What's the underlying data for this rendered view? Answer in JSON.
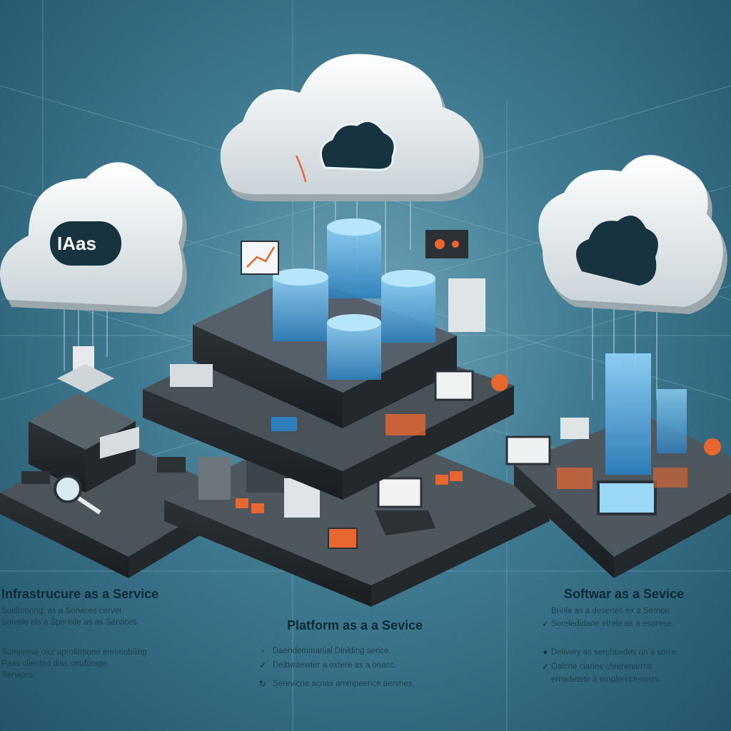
{
  "clouds": {
    "iaas_label": "IAas"
  },
  "sections": {
    "iaas": {
      "title": "Infrastrucure as a Service",
      "lines": [
        "Suidomong, as a Sorvices cerver",
        "Solvele els a Sperede as as Services.",
        "Somprese olor aprofitmone enrimobiling",
        "Paas cliented dias onuforage.",
        "Services."
      ]
    },
    "paas": {
      "title": "Platform as a a Sevice",
      "items": [
        "Daendemmanial Dinlding serice.",
        "Deibwaewter a extere as a ooasc.",
        "Serevicne acrias ammpeence aervnes."
      ]
    },
    "saas": {
      "title": "Softwar as a Sevice",
      "lines": [
        "Briole as a desenes ex a Sernce.",
        "Soreledidane etrele as a esorese."
      ],
      "items": [
        "Delivery as serphtiedes on a sorre",
        "Oalcne ciaries chrerenarrns",
        "ermetetete a emplerectenerrs."
      ]
    }
  },
  "colors": {
    "background": "#3f7a91",
    "cloud": "#f4f6f7",
    "platform": "#3b4248",
    "accent": "#e8662f",
    "glass": "#4aa8e0"
  }
}
